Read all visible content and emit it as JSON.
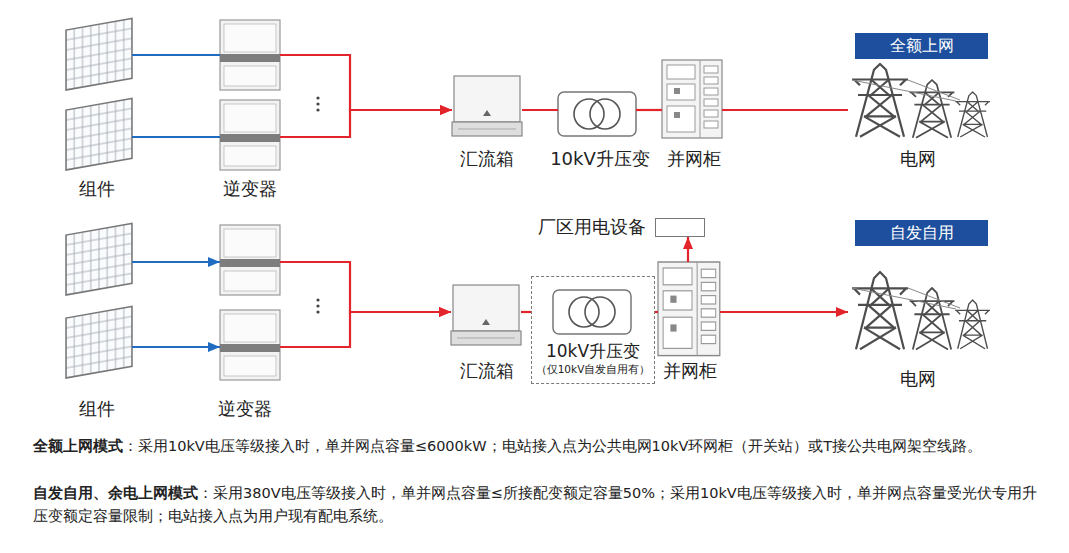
{
  "diagram": {
    "nodes": [
      {
        "text": [
          "组件"
        ]
      },
      {
        "text": [
          "逆变器"
        ]
      },
      {
        "text": [
          "汇流箱"
        ]
      },
      {
        "text": [
          "10kV升压变"
        ]
      },
      {
        "text": [
          "并网柜"
        ]
      },
      {
        "text": [
          "全额上网"
        ]
      },
      {
        "text": [
          "电网"
        ]
      },
      {
        "text": [
          "厂区用电设备"
        ]
      },
      {
        "text": [
          "组件"
        ]
      },
      {
        "text": [
          "逆变器"
        ]
      },
      {
        "text": [
          "汇流箱"
        ]
      },
      {
        "text": [
          "10kV升压变",
          "（仅10kV自发自用有）"
        ]
      },
      {
        "text": [
          "并网柜"
        ]
      },
      {
        "text": [
          "自发自用"
        ]
      },
      {
        "text": [
          "电网"
        ]
      }
    ],
    "edges": [
      {
        "from": 0,
        "to": 1,
        "arrow": "none"
      },
      {
        "from": 1,
        "to": 2,
        "arrow": "to"
      },
      {
        "from": 2,
        "to": 3,
        "arrow": "none"
      },
      {
        "from": 3,
        "to": 4,
        "arrow": "none"
      },
      {
        "from": 4,
        "to": 6,
        "arrow": "none"
      },
      {
        "from": 8,
        "to": 9,
        "arrow": "to"
      },
      {
        "from": 9,
        "to": 10,
        "arrow": "to"
      },
      {
        "from": 10,
        "to": 11,
        "arrow": "none"
      },
      {
        "from": 11,
        "to": 12,
        "arrow": "none"
      },
      {
        "from": 12,
        "to": 7,
        "arrow": "to"
      },
      {
        "from": 12,
        "to": 14,
        "arrow": "to"
      }
    ],
    "labels": [
      "全额上网模式",
      "：采用10kV电压等级接入时，单并网点容量≤6000kW；电站接入点为公共电网10kV环网柜（开关站）或T接公共电网架空线路。",
      "自发自用、余电上网模式",
      "：采用380V电压等级接入时，单并网点容量≤所接配变额定容量50%；采用10kV电压等级接入时，单并网点容量受光伏专用升压变额定容量限制；电站接入点为用户现有配电系统。"
    ]
  }
}
